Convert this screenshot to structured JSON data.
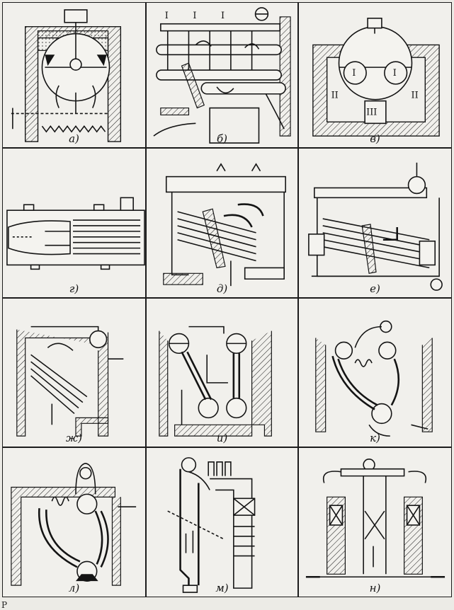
{
  "labels": {
    "a": "а)",
    "b": "б)",
    "v": "в)",
    "g": "г)",
    "d": "д)",
    "e": "е)",
    "zh": "ж)",
    "i": "и)",
    "k": "к)",
    "l": "л)",
    "m": "м)",
    "n": "н)"
  },
  "roman": {
    "I": "I",
    "II": "II",
    "III": "III"
  },
  "footer": "Р"
}
